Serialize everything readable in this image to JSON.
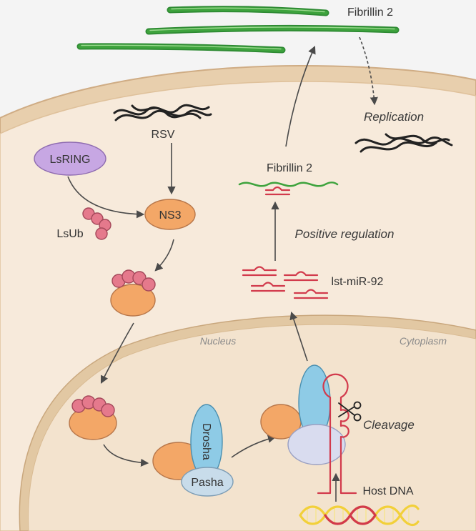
{
  "labels": {
    "fibrillin_fiber": "Fibrillin 2",
    "replication": "Replication",
    "rsv": "RSV",
    "lsring": "LsRING",
    "lsub": "LsUb",
    "ns3": "NS3",
    "fibrillin_mrna": "Fibrillin 2",
    "positive_regulation": "Positive regulation",
    "mirna": "lst-miR-92",
    "nucleus": "Nucleus",
    "cytoplasm": "Cytoplasm",
    "drosha": "Drosha",
    "pasha": "Pasha",
    "cleavage": "Cleavage",
    "host_dna": "Host DNA"
  },
  "icons": {
    "cleavage": "scissors-icon"
  },
  "colors": {
    "fibrillin": "#3ea33d",
    "mirna": "#d23a4c",
    "lsub": "#e5798c",
    "lsring": "#c7a7e3",
    "ns3_protein": "#f3a767",
    "drosha": "#8ecbe6",
    "pasha": "#c8dcea",
    "cofactor": "#d9dcef",
    "cytoplasm": "#f7eadb",
    "membrane": "#e8cfad",
    "nucleus": "#f3e3ce",
    "dna": "#f2d03a"
  }
}
